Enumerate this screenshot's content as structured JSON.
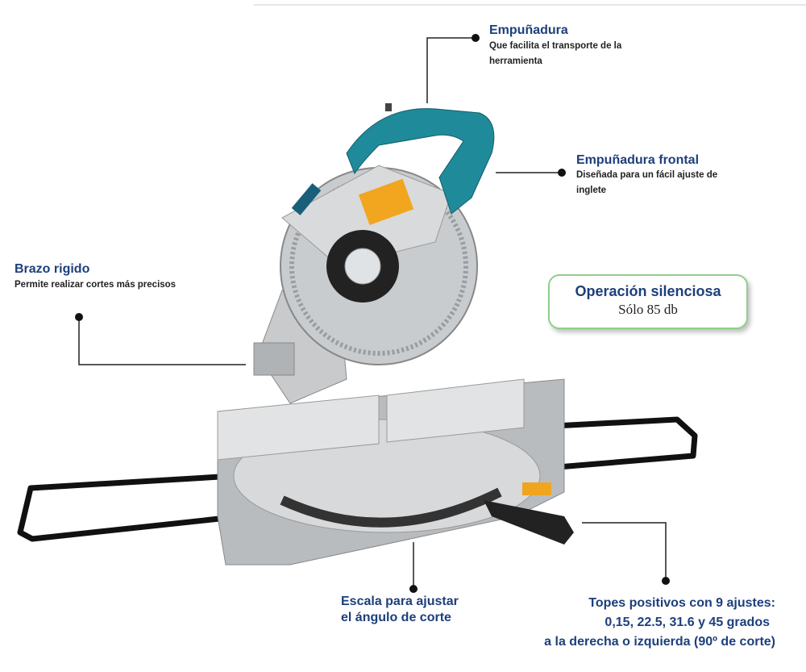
{
  "callouts": {
    "handle": {
      "title": "Empuñadura",
      "desc": "Que facilita el transporte de la herramienta"
    },
    "front_handle": {
      "title": "Empuñadura frontal",
      "desc": "Diseñada para un fácil ajuste de inglete"
    },
    "arm": {
      "title": "Brazo rigido",
      "desc": "Permite realizar cortes más precisos"
    },
    "scale": {
      "line1": "Escala para ajustar",
      "line2": "el ángulo de corte"
    },
    "stops": {
      "line1": "Topes positivos con 9 ajustes:",
      "line2": "0,15, 22.5, 31.6 y 45 grados",
      "line3": "a la derecha o izquierda (90º de corte)"
    }
  },
  "badge": {
    "title": "Operación silenciosa",
    "subtitle": "Sólo 85 db"
  },
  "colors": {
    "navy": "#1d3f7c",
    "teal": "#1f8a9a",
    "badge_border": "#8fcf8a"
  }
}
